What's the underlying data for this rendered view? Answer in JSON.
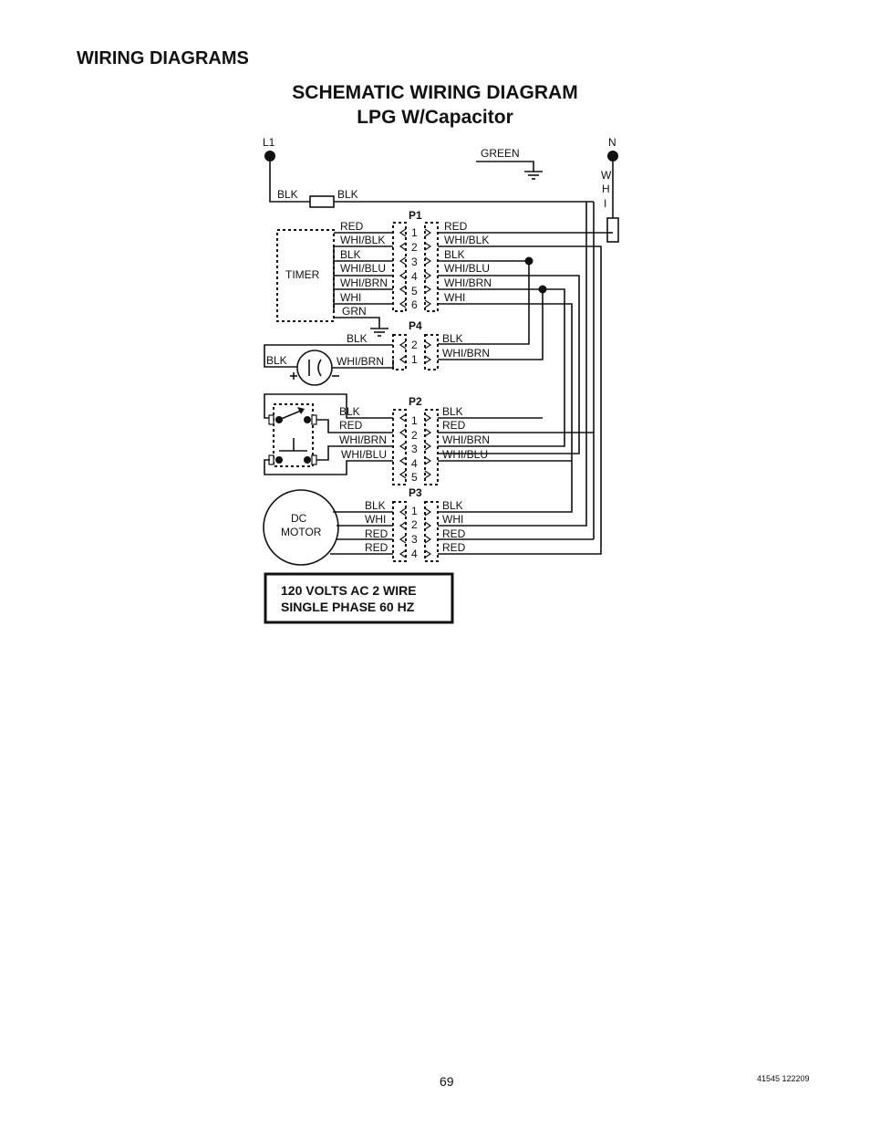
{
  "header": {
    "section_title": "WIRING DIAGRAMS",
    "diagram_title": "SCHEMATIC WIRING DIAGRAM",
    "diagram_subtitle": "LPG W/Capacitor"
  },
  "power": {
    "l1": "L1",
    "n": "N",
    "ground": "GREEN",
    "neutral_wire": [
      "W",
      "H",
      "I"
    ],
    "fuse_left": "BLK",
    "fuse_right": "BLK"
  },
  "components": {
    "timer": "TIMER",
    "motor": [
      "DC",
      "MOTOR"
    ],
    "capacitor_left": "BLK",
    "capacitor_right": "WHI/BRN"
  },
  "connectors": {
    "p1": {
      "name": "P1",
      "pins": [
        "1",
        "2",
        "3",
        "4",
        "5",
        "6"
      ],
      "left": [
        "RED",
        "WHI/BLK",
        "BLK",
        "WHI/BLU",
        "WHI/BRN",
        "WHI",
        "GRN"
      ],
      "right": [
        "RED",
        "WHI/BLK",
        "BLK",
        "WHI/BLU",
        "WHI/BRN",
        "WHI"
      ]
    },
    "p4": {
      "name": "P4",
      "pins": [
        "2",
        "1"
      ],
      "left": [
        "BLK"
      ],
      "right": [
        "BLK",
        "WHI/BRN"
      ]
    },
    "p2": {
      "name": "P2",
      "pins": [
        "1",
        "2",
        "3",
        "4",
        "5"
      ],
      "left": [
        "BLK",
        "RED",
        "WHI/BRN",
        "WHI/BLU"
      ],
      "right": [
        "BLK",
        "RED",
        "WHI/BRN",
        "WHI/BLU"
      ]
    },
    "p3": {
      "name": "P3",
      "pins": [
        "1",
        "2",
        "3",
        "4"
      ],
      "left": [
        "BLK",
        "WHI",
        "RED",
        "RED"
      ],
      "right": [
        "BLK",
        "WHI",
        "RED",
        "RED"
      ]
    }
  },
  "power_note": [
    "120 VOLTS AC 2 WIRE",
    "SINGLE PHASE 60 HZ"
  ],
  "footer": {
    "page_number": "69",
    "doc_code": "41545 122209"
  }
}
